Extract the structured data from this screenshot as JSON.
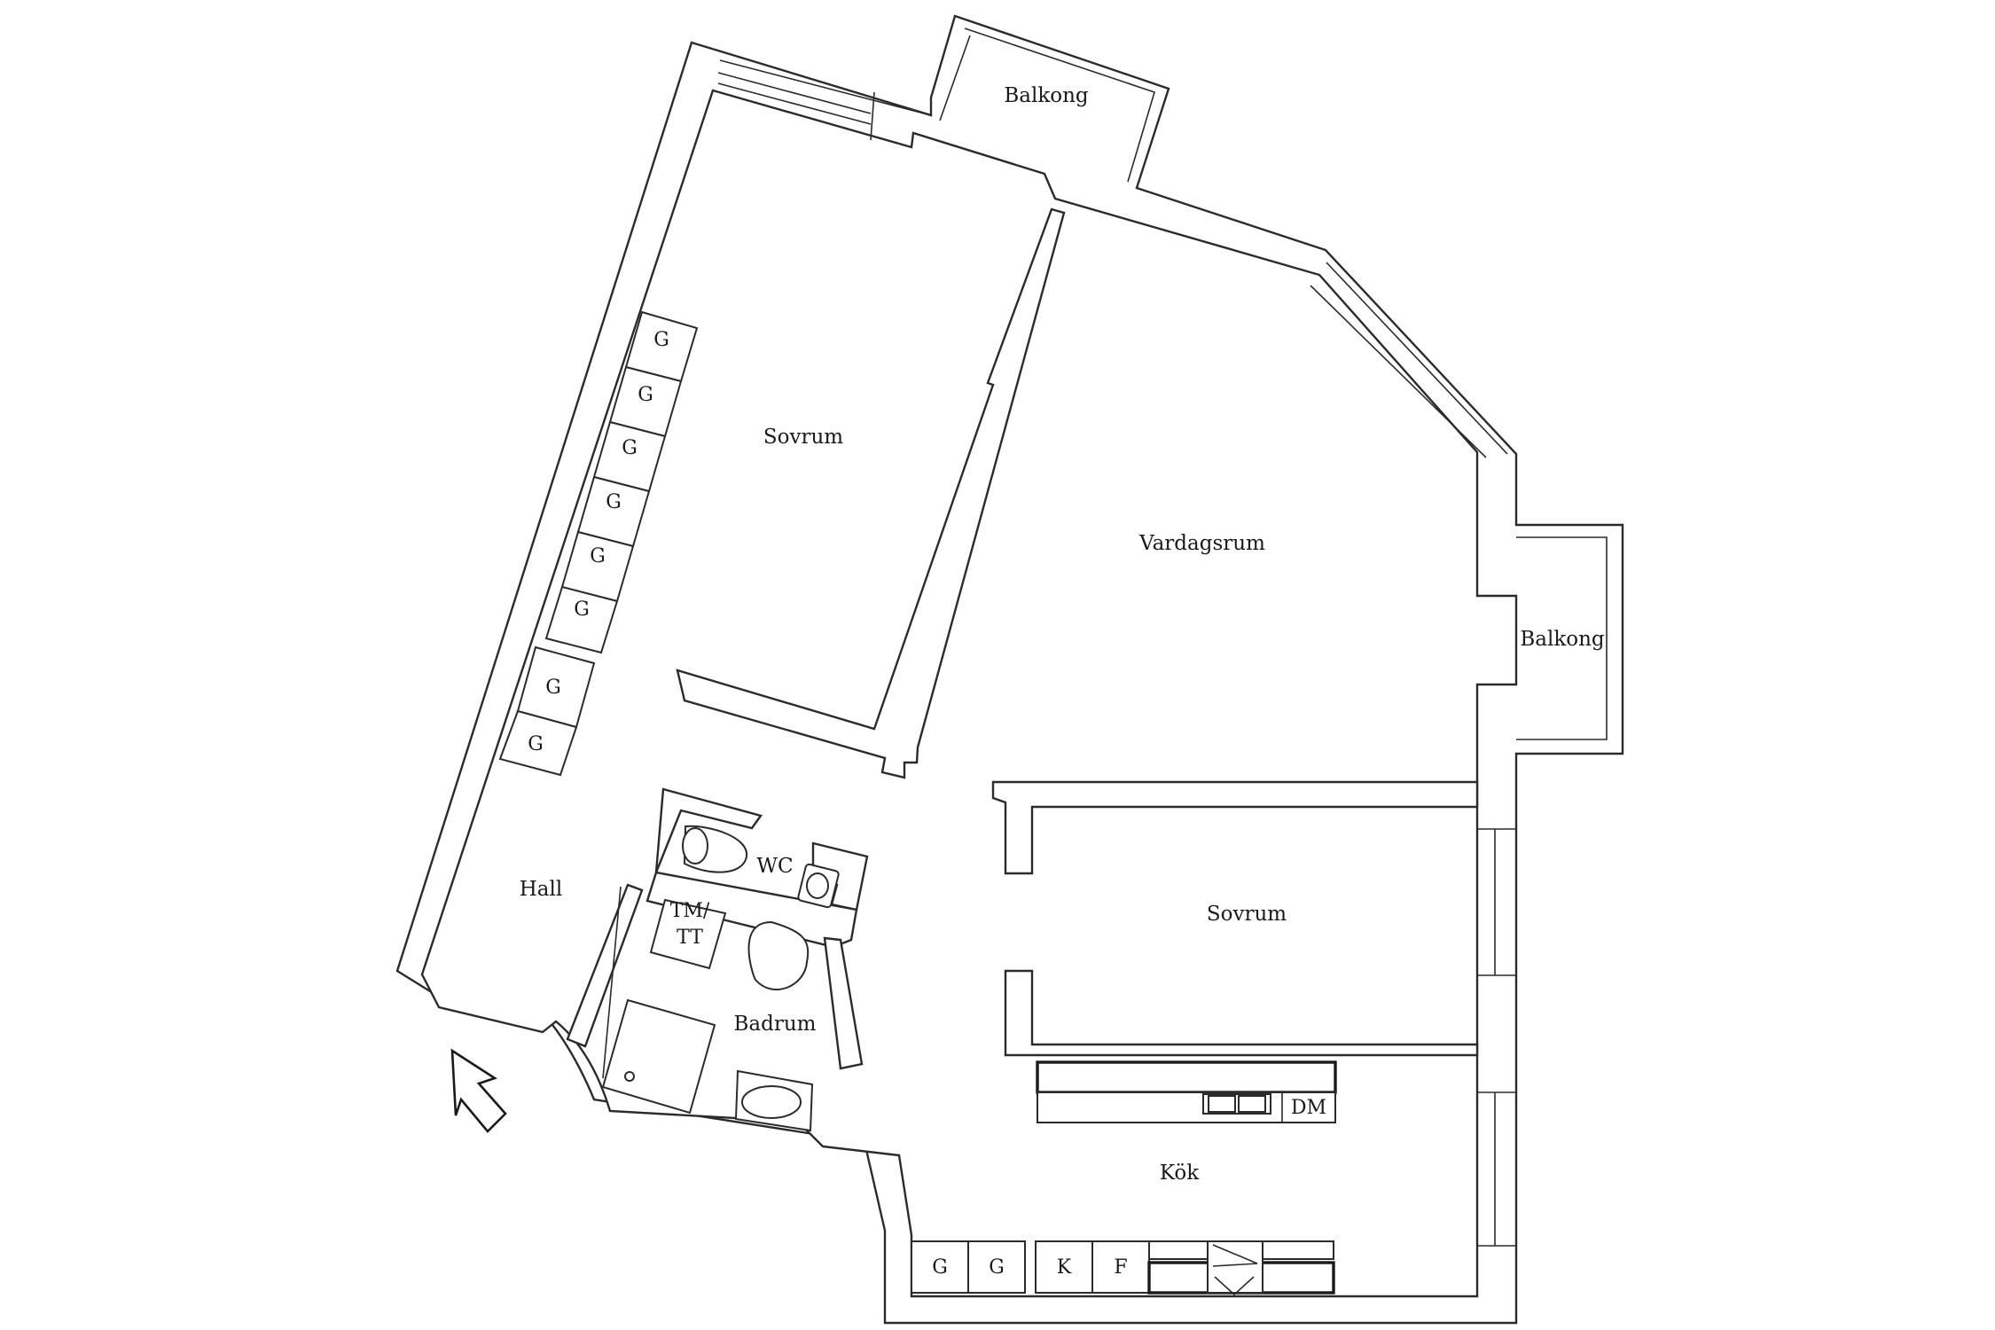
{
  "rooms": {
    "balkong_top": "Balkong",
    "sovrum_top": "Sovrum",
    "vardagsrum": "Vardagsrum",
    "balkong_right": "Balkong",
    "sovrum_right": "Sovrum",
    "hall": "Hall",
    "wc": "WC",
    "badrum": "Badrum",
    "kok": "Kök"
  },
  "fixtures": {
    "wardrobe": [
      "G",
      "G",
      "G",
      "G",
      "G",
      "G",
      "G",
      "G"
    ],
    "tm_tt_line1": "TM/",
    "tm_tt_line2": "TT",
    "dishwasher": "DM",
    "kitchen_units": [
      "G",
      "G",
      "K",
      "F"
    ]
  },
  "colors": {
    "line": "#2b2b2b",
    "background": "#ffffff"
  }
}
